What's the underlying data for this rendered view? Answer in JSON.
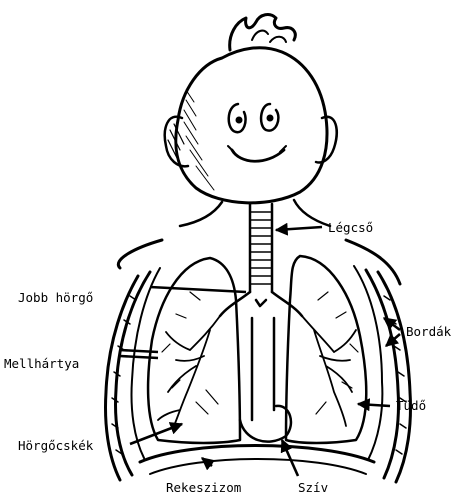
{
  "labels": {
    "trachea": "Légcső",
    "right_bronchus": "Jobb hörgő",
    "ribs": "Bordák",
    "pleura": "Mellhártya",
    "lung": "Tüdő",
    "bronchioles": "Hörgőcskék",
    "diaphragm": "Rekeszizom",
    "heart": "Szív"
  }
}
